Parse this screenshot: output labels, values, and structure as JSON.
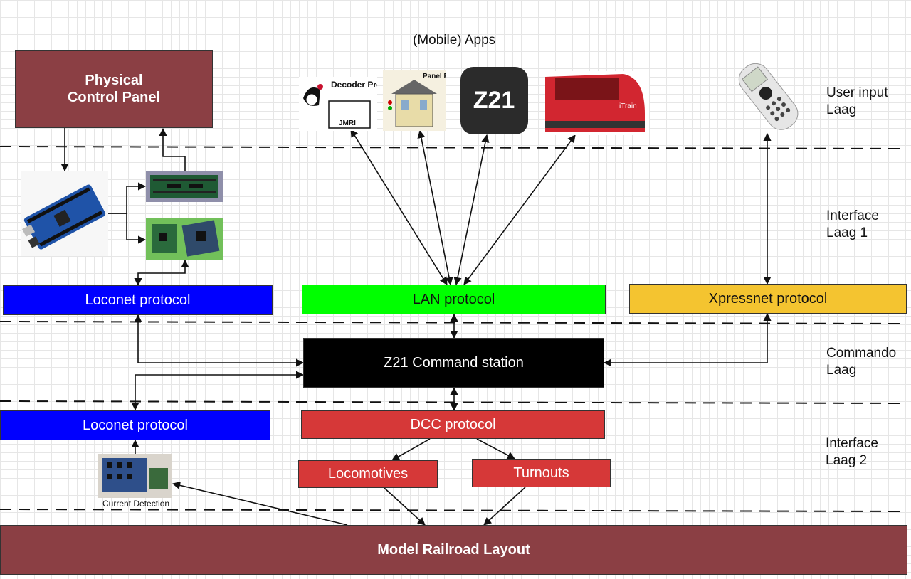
{
  "top_label": "(Mobile) Apps",
  "layers": [
    {
      "line1": "User input",
      "line2": "Laag"
    },
    {
      "line1": "Interface",
      "line2": "Laag 1"
    },
    {
      "line1": "Commando",
      "line2": "Laag"
    },
    {
      "line1": "Interface",
      "line2": "Laag 2"
    }
  ],
  "boxes": {
    "physical_panel_l1": "Physical",
    "physical_panel_l2": "Control Panel",
    "loconet_top": "Loconet protocol",
    "lan": "LAN protocol",
    "xpressnet": "Xpressnet protocol",
    "command_station": "Z21 Command station",
    "loconet_bottom": "Loconet protocol",
    "dcc": "DCC protocol",
    "locomotives": "Locomotives",
    "turnouts": "Turnouts",
    "layout": "Model Railroad Layout"
  },
  "current_detection": "Current Detection",
  "app_icons": {
    "decoder_pro": "Decoder Pro",
    "jmri": "JMRI",
    "panel_pro": "Panel Pro",
    "z21": "Z21",
    "itrain": "iTrain"
  },
  "colors": {
    "loconet": "#0000ff",
    "lan": "#00ff00",
    "xpressnet": "#f4c430",
    "command": "#000000",
    "dcc": "#d63838",
    "panel": "#8b3f44"
  }
}
